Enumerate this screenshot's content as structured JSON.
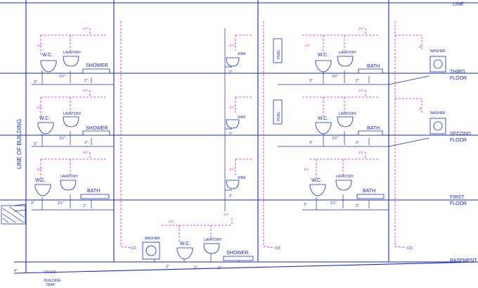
{
  "labels": {
    "line_top": "LINE",
    "line_of_building": "LINE OF BUILDING",
    "third_floor": [
      "THIRD",
      "FLOOR"
    ],
    "second_floor": [
      "SECOND",
      "FLOOR"
    ],
    "first_floor": [
      "FIRST",
      "FLOOR"
    ],
    "basement": "BASEMENT",
    "building_trap": [
      "BUILDING",
      "TRAP"
    ],
    "co_co": "CO.CO."
  },
  "fixtures": {
    "wc": "W.C.",
    "lavatory": "LAVATORY",
    "shower": "SHOWER",
    "bath": "BATH",
    "sink": "SINK",
    "washer": "WASHER",
    "hvac": "HVAC",
    "co": "CO."
  },
  "pipe_sizes": {
    "p1": "1½\"",
    "p2": "2\"",
    "p3": "3\"",
    "p4": "4\""
  },
  "colors": {
    "drain": "#1a2bb8",
    "vent": "#d21fd2"
  }
}
